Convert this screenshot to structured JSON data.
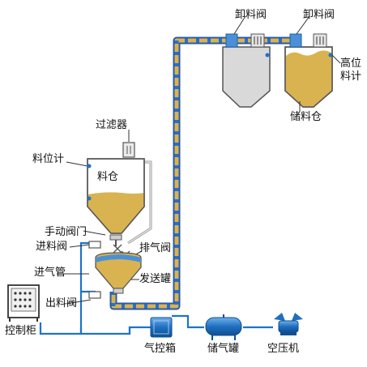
{
  "labels": {
    "unload_valve_1": "卸料阀",
    "unload_valve_2": "卸料阀",
    "high_level_meter_line1": "高位",
    "high_level_meter_line2": "料计",
    "storage_silo": "储料仓",
    "filter": "过滤器",
    "level_meter": "料位计",
    "silo": "料仓",
    "manual_valve": "手动阀门",
    "feed_valve": "进料阀",
    "exhaust_valve": "排气阀",
    "intake_pipe": "进气管",
    "sender_tank": "发送罐",
    "discharge_valve": "出料阀",
    "control_cabinet": "控制柜",
    "air_control_box": "气控箱",
    "air_tank": "储气罐",
    "air_compressor": "空压机"
  },
  "colors": {
    "material": "#d8b350",
    "pipe_outline": "#2a5aa8",
    "air_line": "#1e73c8",
    "tank_blue": "#1f6fc0",
    "grey_body": "#d9d9d9",
    "outline": "#555555"
  }
}
